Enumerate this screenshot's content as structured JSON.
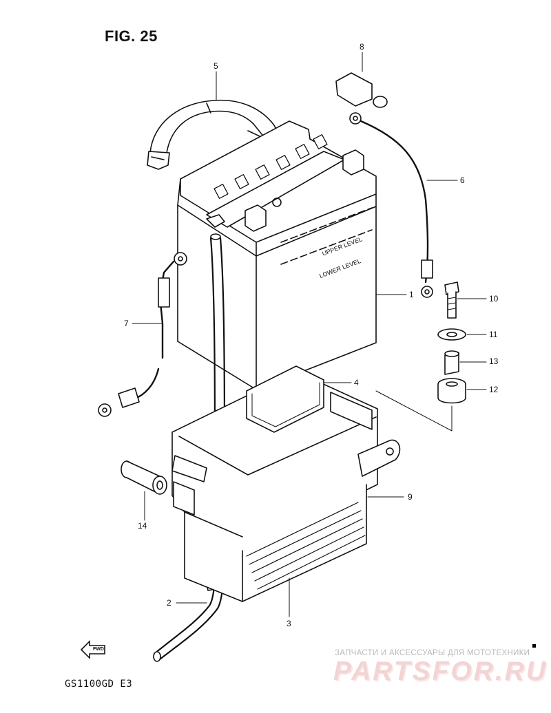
{
  "figure": {
    "title": "FIG. 25",
    "model_code": "GS1100GD  E3"
  },
  "battery_markings": {
    "upper": "UPPER LEVEL",
    "lower": "LOWER LEVEL"
  },
  "direction_badge": "FWD",
  "callouts": [
    "1",
    "2",
    "3",
    "4",
    "5",
    "6",
    "7",
    "8",
    "9",
    "10",
    "11",
    "12",
    "13",
    "14"
  ],
  "watermark": {
    "tagline": "ЗАПЧАСТИ И АКСЕССУАРЫ ДЛЯ МОТОТЕХНИКИ",
    "logo": "PARTSFOR.RU"
  }
}
